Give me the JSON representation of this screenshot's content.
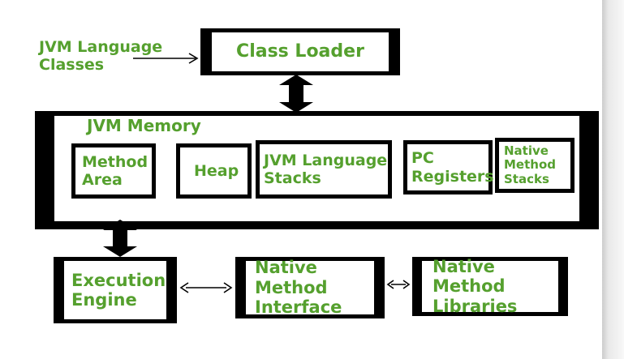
{
  "colors": {
    "text_green": "#55A02E",
    "border_black": "#000000",
    "background_white": "#FFFFFF",
    "page_edge_gray": "#E9E9E9"
  },
  "top": {
    "input_label": "JVM Language\nClasses",
    "class_loader": "Class Loader"
  },
  "memory": {
    "title": "JVM Memory",
    "boxes": [
      {
        "id": "method-area",
        "label": "Method\nArea"
      },
      {
        "id": "heap",
        "label": "Heap"
      },
      {
        "id": "jvm-language-stacks",
        "label": "JVM Language\nStacks"
      },
      {
        "id": "pc-registers",
        "label": "PC\nRegisters"
      },
      {
        "id": "native-method-stacks",
        "label": "Native\nMethod\nStacks"
      }
    ]
  },
  "bottom": {
    "execution_engine": "Execution\nEngine",
    "native_method_interface": "Native Method\nInterface",
    "native_method_libraries": "Native Method\nLibraries"
  }
}
